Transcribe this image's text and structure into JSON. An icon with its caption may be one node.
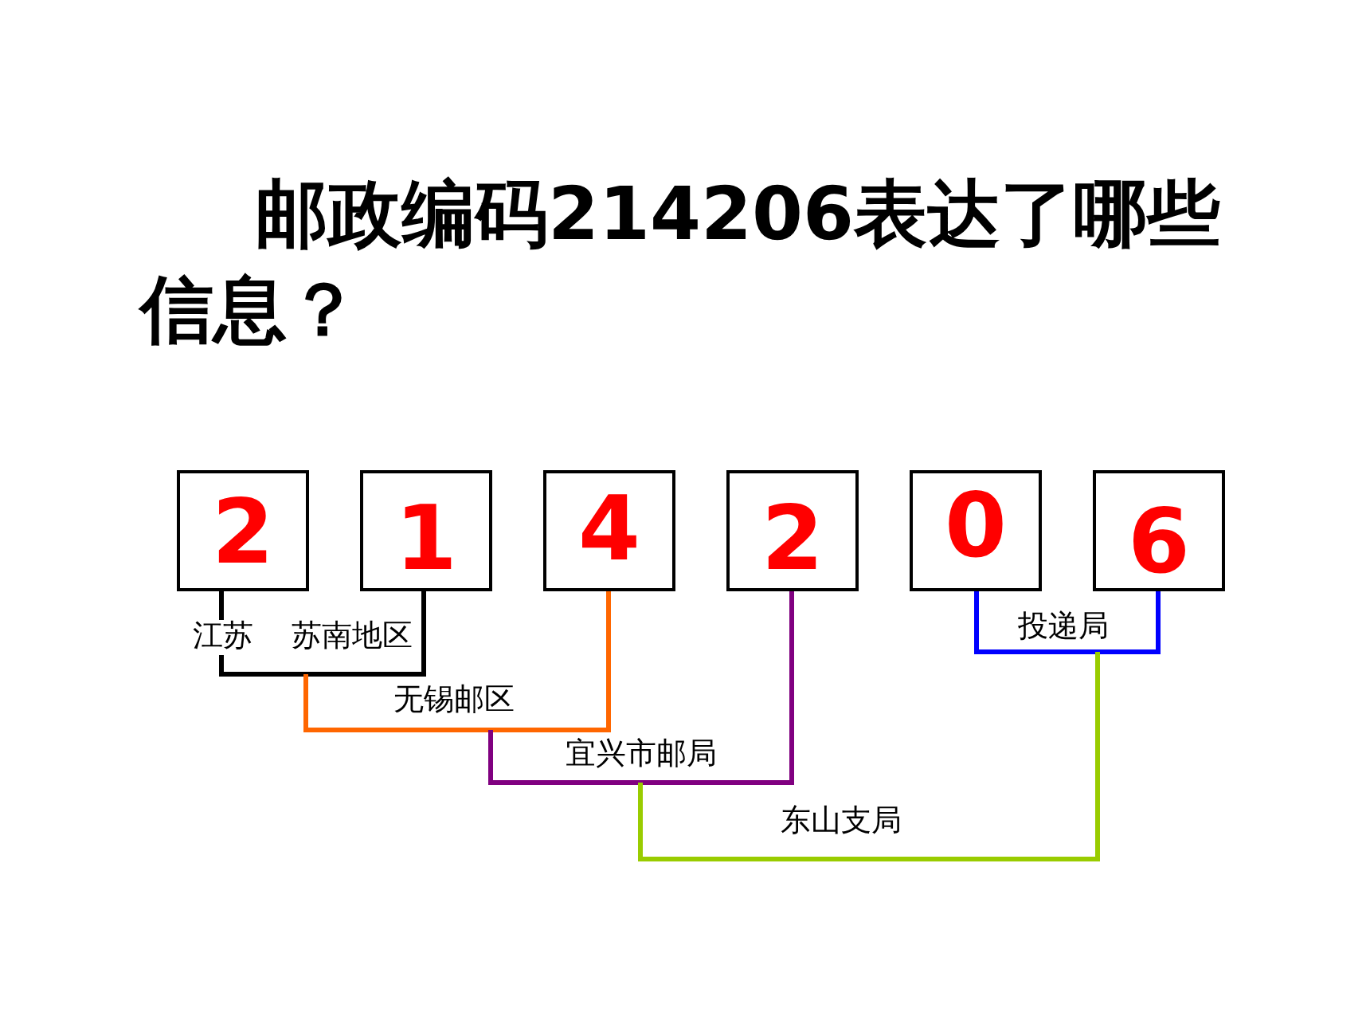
{
  "diagram": {
    "title": "邮政编码214206表达了哪些信息？",
    "nodes": [
      {
        "text": [
          "2"
        ]
      },
      {
        "text": [
          "1"
        ]
      },
      {
        "text": [
          "4"
        ]
      },
      {
        "text": [
          "2"
        ]
      },
      {
        "text": [
          "0"
        ]
      },
      {
        "text": [
          "6"
        ]
      }
    ],
    "labels": [
      "江苏",
      "苏南地区",
      "投递局",
      "无锡邮区",
      "宜兴市邮局",
      "东山支局"
    ]
  }
}
